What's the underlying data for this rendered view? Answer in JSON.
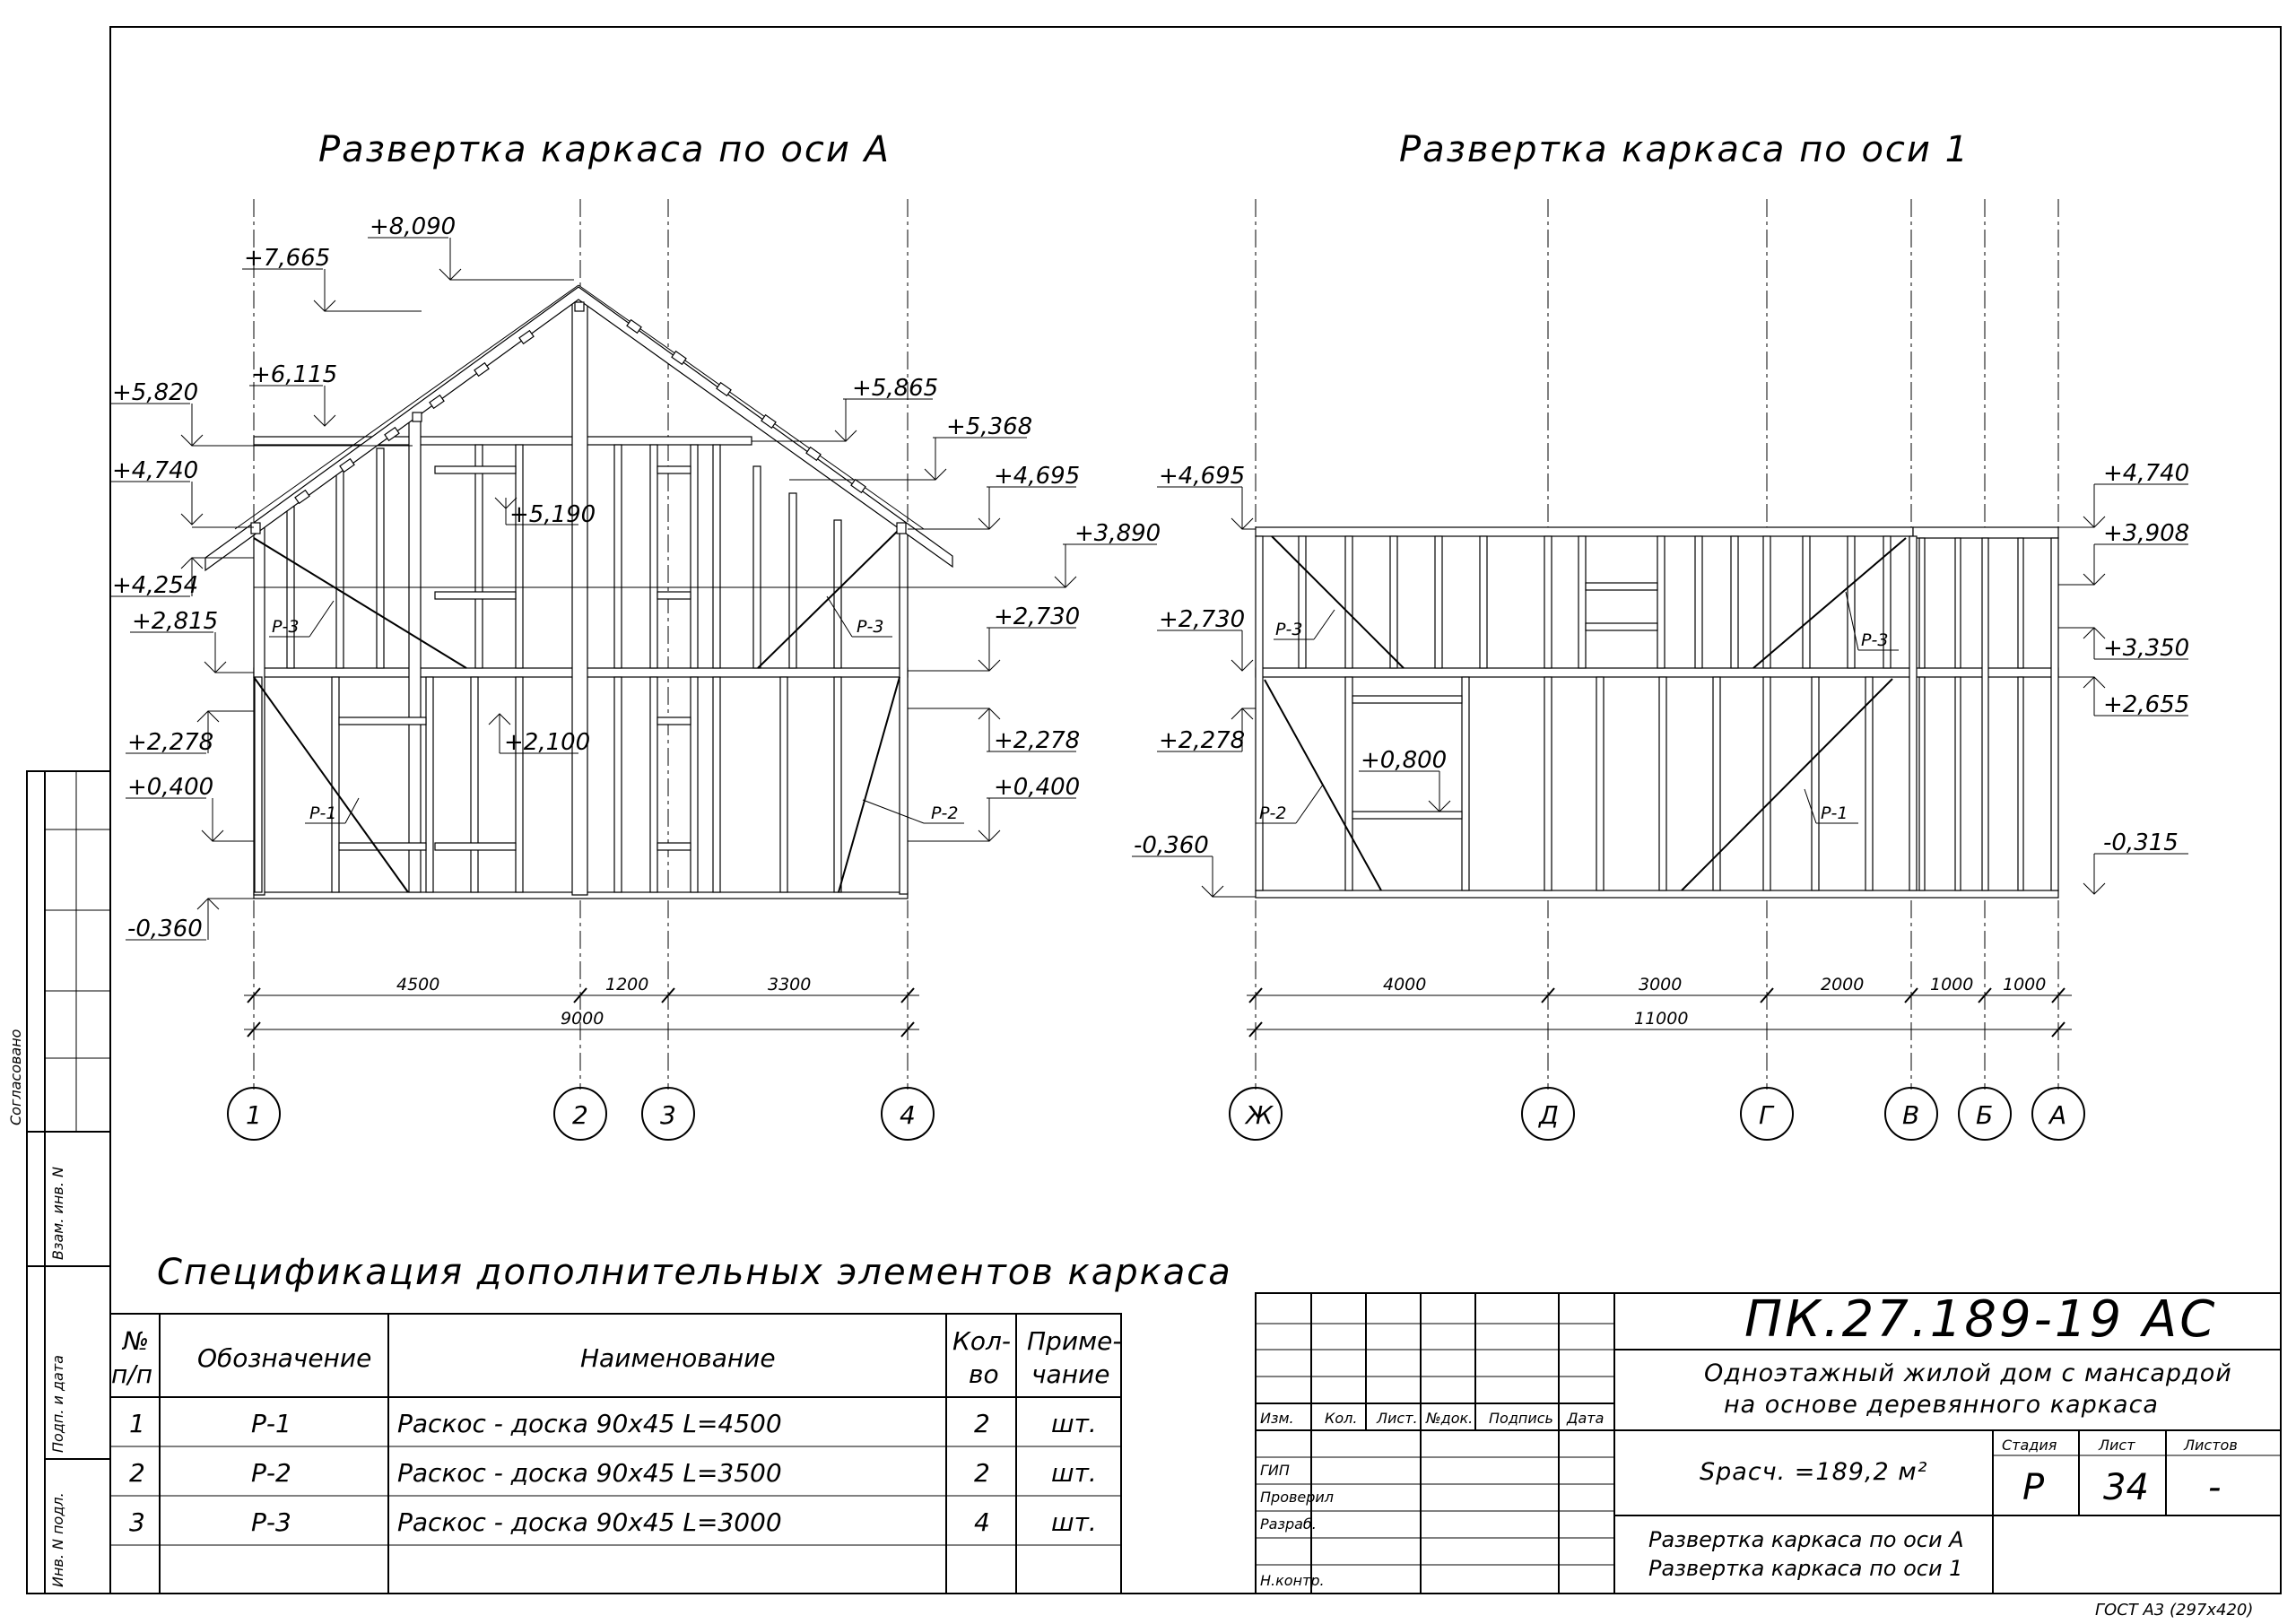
{
  "titles": {
    "left": "Развертка каркаса по оси А",
    "right": "Развертка каркаса по оси 1",
    "spec": "Спецификация дополнительных элементов каркаса"
  },
  "left_elevation": {
    "marks_left": [
      "+7,665",
      "+8,090",
      "+6,115",
      "+5,820",
      "+4,740",
      "+4,254",
      "+2,815",
      "+2,278",
      "+0,400",
      "-0,360"
    ],
    "marks_right": [
      "+5,865",
      "+5,368",
      "+4,695",
      "+3,890",
      "+2,730",
      "+2,278",
      "+0,400"
    ],
    "mark_inner": [
      "+5,190",
      "+2,100"
    ],
    "brace_labels": [
      "Р-3",
      "Р-3",
      "Р-1",
      "Р-2"
    ],
    "dims": [
      "4500",
      "1200",
      "3300"
    ],
    "dim_total": "9000",
    "axes": [
      "1",
      "2",
      "3",
      "4"
    ]
  },
  "right_elevation": {
    "marks_left": [
      "+4,695",
      "+2,730",
      "+2,278",
      "-0,360"
    ],
    "marks_right": [
      "+4,740",
      "+3,908",
      "+3,350",
      "+2,655",
      "-0,315"
    ],
    "mark_inner": [
      "+0,800"
    ],
    "brace_labels": [
      "Р-3",
      "Р-3",
      "Р-2",
      "Р-1"
    ],
    "dims": [
      "4000",
      "3000",
      "2000",
      "1000",
      "1000"
    ],
    "dim_total": "11000",
    "axes": [
      "Ж",
      "Д",
      "Г",
      "В",
      "Б",
      "А"
    ]
  },
  "spec_table": {
    "headers": [
      "№ п/п",
      "Обозначение",
      "Наименование",
      "Кол- во",
      "Приме- чание"
    ],
    "rows": [
      [
        "1",
        "Р-1",
        "Раскос - доска 90х45 L=4500",
        "2",
        "шт."
      ],
      [
        "2",
        "Р-2",
        "Раскос - доска 90х45 L=3500",
        "2",
        "шт."
      ],
      [
        "3",
        "Р-3",
        "Раскос - доска 90х45 L=3000",
        "4",
        "шт."
      ]
    ]
  },
  "title_block": {
    "code": "ПК.27.189-19 АС",
    "project_line1": "Одноэтажный жилой дом с мансардой",
    "project_line2": "на основе деревянного каркаса",
    "col_headers": [
      "Изм.",
      "Кол.",
      "Лист.",
      "№док.",
      "Подпись",
      "Дата"
    ],
    "roles": [
      "ГИП",
      "Проверил",
      "Разраб.",
      "Н.контр."
    ],
    "area": "Sрасч. =189,2 м²",
    "stage_label": "Стадия",
    "sheet_label": "Лист",
    "sheets_label": "Листов",
    "stage": "Р",
    "sheet": "34",
    "sheets": "-",
    "sheet_title1": "Развертка каркаса по оси А",
    "sheet_title2": "Развертка каркаса по оси 1",
    "format": "ГОСТ А3  (297х420)"
  },
  "side_stamp": [
    "Согласовано",
    "Взам. инв. N",
    "Подп. и дата",
    "Инв. N подл."
  ]
}
